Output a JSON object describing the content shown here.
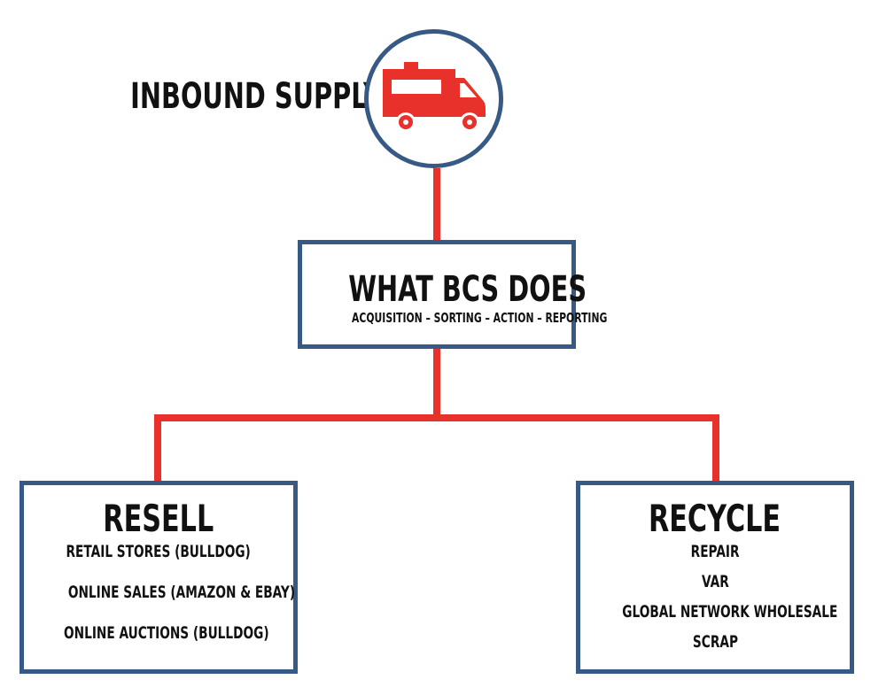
{
  "inbound": {
    "title": "INBOUND SUPPLY",
    "icon": "truck-icon"
  },
  "main": {
    "title": "WHAT BCS DOES",
    "tagline": "ACQUISITION – SORTING – ACTION – REPORTING"
  },
  "resell": {
    "title": "RESELL",
    "items": [
      "RETAIL STORES (BULLDOG)",
      "ONLINE SALES (AMAZON & EBAY)",
      "ONLINE AUCTIONS (BULLDOG)"
    ]
  },
  "recycle": {
    "title": "RECYCLE",
    "items": [
      "REPAIR",
      "VAR",
      "GLOBAL NETWORK WHOLESALE",
      "SCRAP"
    ]
  },
  "colors": {
    "connector": "#e8312b",
    "border": "#365a85",
    "truck": "#e8312b",
    "text": "#111111"
  }
}
